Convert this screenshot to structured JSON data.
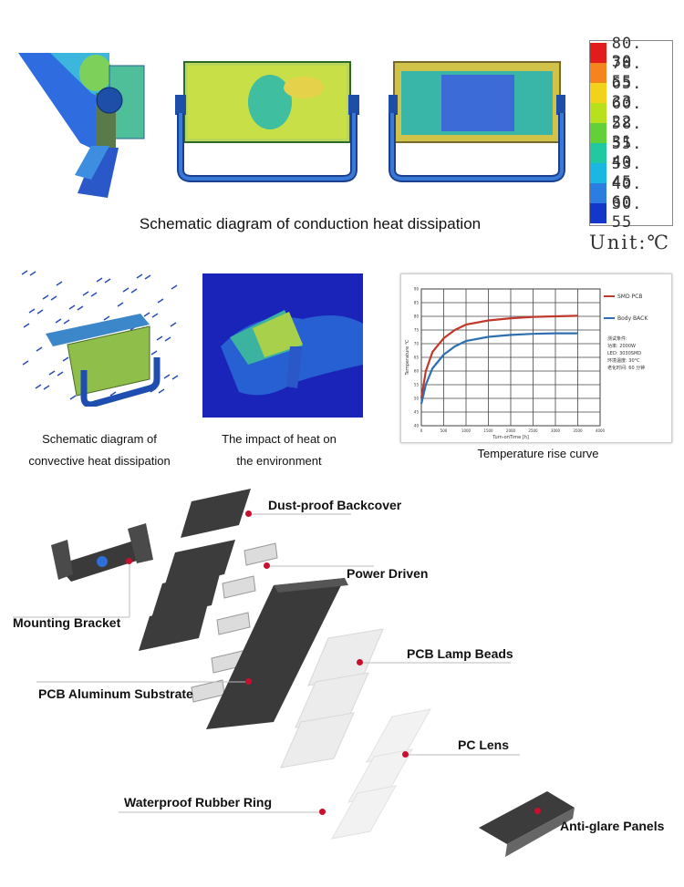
{
  "thermal": {
    "caption": "Schematic diagram of conduction heat dissipation",
    "legend": [
      {
        "value": "80. 30",
        "color": "#e21b1b"
      },
      {
        "value": "78. 55",
        "color": "#f5841f"
      },
      {
        "value": "65. 33",
        "color": "#f2d21b"
      },
      {
        "value": "60. 22",
        "color": "#b9e01c"
      },
      {
        "value": "58. 31",
        "color": "#62d037"
      },
      {
        "value": "55. 40",
        "color": "#22c9a0"
      },
      {
        "value": "53. 45",
        "color": "#1ab7e3"
      },
      {
        "value": "40. 60",
        "color": "#2b7de0"
      },
      {
        "value": "30. 55",
        "color": "#1338c9"
      }
    ],
    "unit": "Unit:℃"
  },
  "middle": {
    "convective_caption_l1": "Schematic diagram of",
    "convective_caption_l2": "convective heat dissipation",
    "environment_caption_l1": "The impact of heat on",
    "environment_caption_l2": "the environment",
    "curve_caption": "Temperature rise curve"
  },
  "chart_data": {
    "type": "line",
    "xlabel": "Turn-onTime [h]",
    "ylabel": "Temperature  ℃",
    "x_ticks": [
      "0",
      "500",
      "1000",
      "1500",
      "2000",
      "2500",
      "3000",
      "3500",
      "4000"
    ],
    "y_ticks": [
      "40",
      "45",
      "50",
      "55",
      "60",
      "65",
      "70",
      "75",
      "80",
      "85",
      "90"
    ],
    "xlim": [
      0,
      4000
    ],
    "ylim": [
      40,
      90
    ],
    "series": [
      {
        "name": "SMD PCB",
        "color": "#c0392b",
        "x": [
          0,
          100,
          250,
          500,
          750,
          1000,
          1500,
          2000,
          2500,
          3000,
          3500
        ],
        "y": [
          50,
          60,
          67,
          72,
          75,
          77,
          78.5,
          79.3,
          79.8,
          80,
          80.2
        ]
      },
      {
        "name": "Body BACK",
        "color": "#2f6fb0",
        "x": [
          0,
          100,
          250,
          500,
          750,
          1000,
          1500,
          2000,
          2500,
          3000,
          3500
        ],
        "y": [
          48,
          55,
          61,
          66,
          69,
          71,
          72.5,
          73.2,
          73.6,
          73.8,
          73.8
        ]
      }
    ],
    "notes": [
      "测试条件:",
      "功率: 2000W",
      "LED: 3030SMD",
      "环境温度: 30°C",
      "老化时间: 60 分钟"
    ]
  },
  "parts": {
    "dust_proof": "Dust-proof Backcover",
    "power": "Power Driven",
    "bracket": "Mounting Bracket",
    "pcb_beads": "PCB Lamp Beads",
    "substrate": "PCB Aluminum Substrate",
    "lens": "PC Lens",
    "rubber": "Waterproof Rubber Ring",
    "antiglare": "Anti-glare Panels"
  }
}
